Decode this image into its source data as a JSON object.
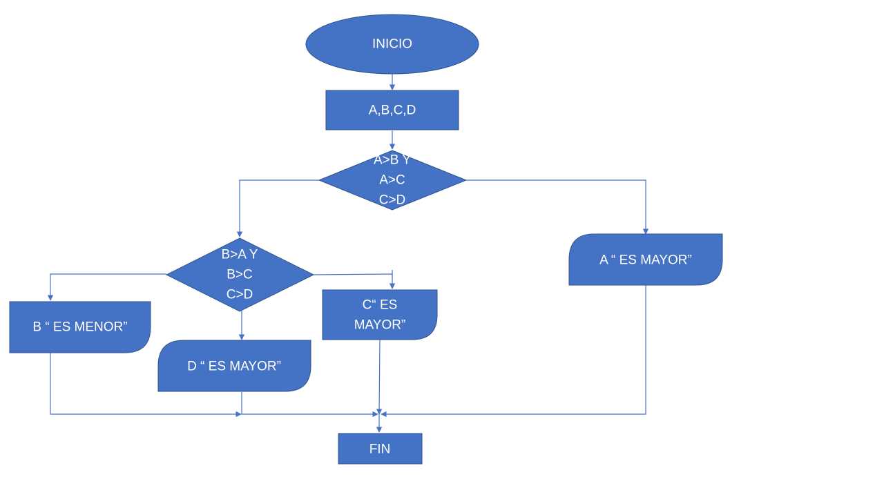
{
  "diagram": {
    "colors": {
      "fill": "#4472C4",
      "border": "#2F528F",
      "connector": "#4472C4",
      "text": "#FFFFFF"
    },
    "start": {
      "label": "INICIO"
    },
    "input": {
      "label": "A,B,C,D"
    },
    "decision1": {
      "lines": [
        "A>B Y",
        "A>C",
        "C>D"
      ]
    },
    "decision2": {
      "lines": [
        "B>A Y",
        "B>C",
        "C>D"
      ]
    },
    "output_a": {
      "label": "A “ ES MAYOR”"
    },
    "output_b": {
      "label": "B “ ES MENOR”"
    },
    "output_c": {
      "lines": [
        "C“ ES",
        "MAYOR”"
      ]
    },
    "output_d": {
      "label": "D “ ES MAYOR”"
    },
    "end": {
      "label": "FIN"
    }
  }
}
